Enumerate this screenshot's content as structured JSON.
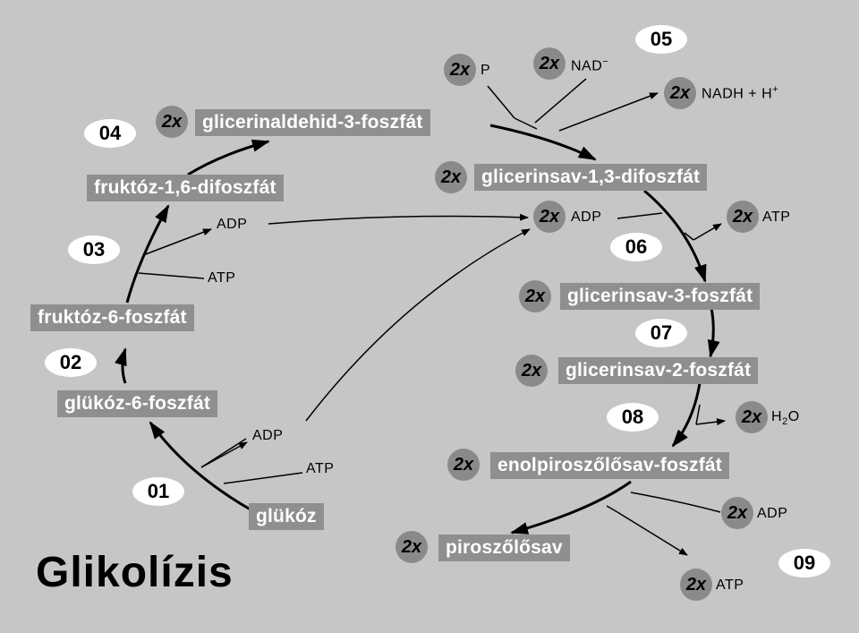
{
  "title": "Glikolízis",
  "coef": "2x",
  "colors": {
    "background": "#c6c6c6",
    "box": "#8f8f8f",
    "box_text": "#ffffff",
    "step_badge": "#ffffff",
    "coef_circle": "#8a8a8a"
  },
  "compounds": {
    "glukoz": "glükóz",
    "glukoz6f": "glükóz-6-foszfát",
    "fruktoz6f": "fruktóz-6-foszfát",
    "fruktoz16df": "fruktóz-1,6-difoszfát",
    "glicerinaldehid3f": "glicerinaldehid-3-foszfát",
    "glicerinsav13df": "glicerinsav-1,3-difoszfát",
    "glicerinsav3f": "glicerinsav-3-foszfát",
    "glicerinsav2f": "glicerinsav-2-foszfát",
    "enolpiroszolosavf": "enolpiroszőlősav-foszfát",
    "piroszolosav": "piroszőlősav"
  },
  "steps": [
    "01",
    "02",
    "03",
    "04",
    "05",
    "06",
    "07",
    "08",
    "09"
  ],
  "cofactors": {
    "adp": "ADP",
    "atp": "ATP",
    "p": "P",
    "nad": "NAD",
    "nad_charge": "−",
    "nadh": "NADH + H",
    "nadh_charge": "+",
    "h2o_h": "H",
    "h2o_sub": "2",
    "h2o_o": "O"
  }
}
